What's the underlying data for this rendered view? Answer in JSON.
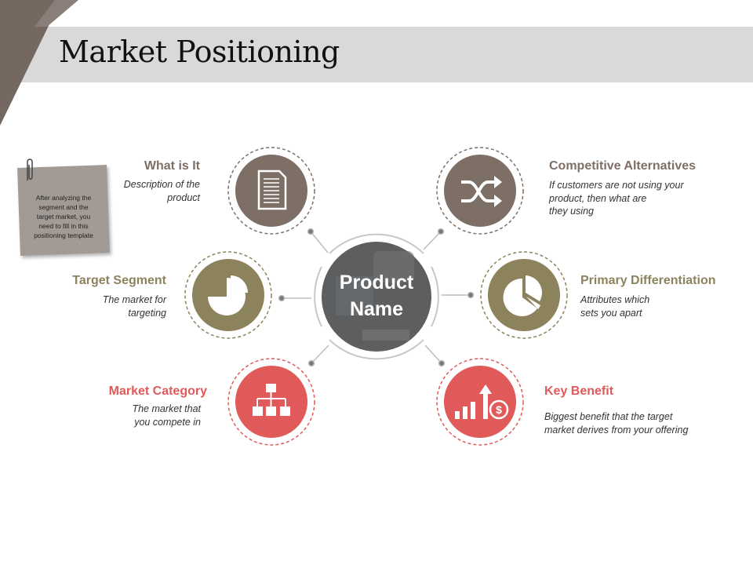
{
  "title": "Market Positioning",
  "center": {
    "label": "Product\nName"
  },
  "note": {
    "text": "After analyzing the\nsegment and the\ntarget market, you\nneed to fill in this\npositioning template"
  },
  "items": [
    {
      "heading": "What is It",
      "description": "Description of the\nproduct",
      "icon": "document-icon",
      "color": "#7d6f66"
    },
    {
      "heading": "Target Segment",
      "description": "The market for\ntargeting",
      "icon": "pie-chart-icon",
      "color": "#8c835d"
    },
    {
      "heading": "Market Category",
      "description": "The market that\nyou compete in",
      "icon": "hierarchy-icon",
      "color": "#e05a5a"
    },
    {
      "heading": "Competitive Alternatives",
      "description": "If customers are not using your\nproduct, then what are\nthey using",
      "icon": "shuffle-icon",
      "color": "#7d6f66"
    },
    {
      "heading": "Primary Differentiation",
      "description": "Attributes which\nsets you apart",
      "icon": "pie-chart-icon",
      "color": "#8c835d"
    },
    {
      "heading": "Key Benefit",
      "description": "Biggest benefit that the target\nmarket derives from your offering",
      "icon": "growth-dollar-icon",
      "color": "#e05a5a"
    }
  ]
}
